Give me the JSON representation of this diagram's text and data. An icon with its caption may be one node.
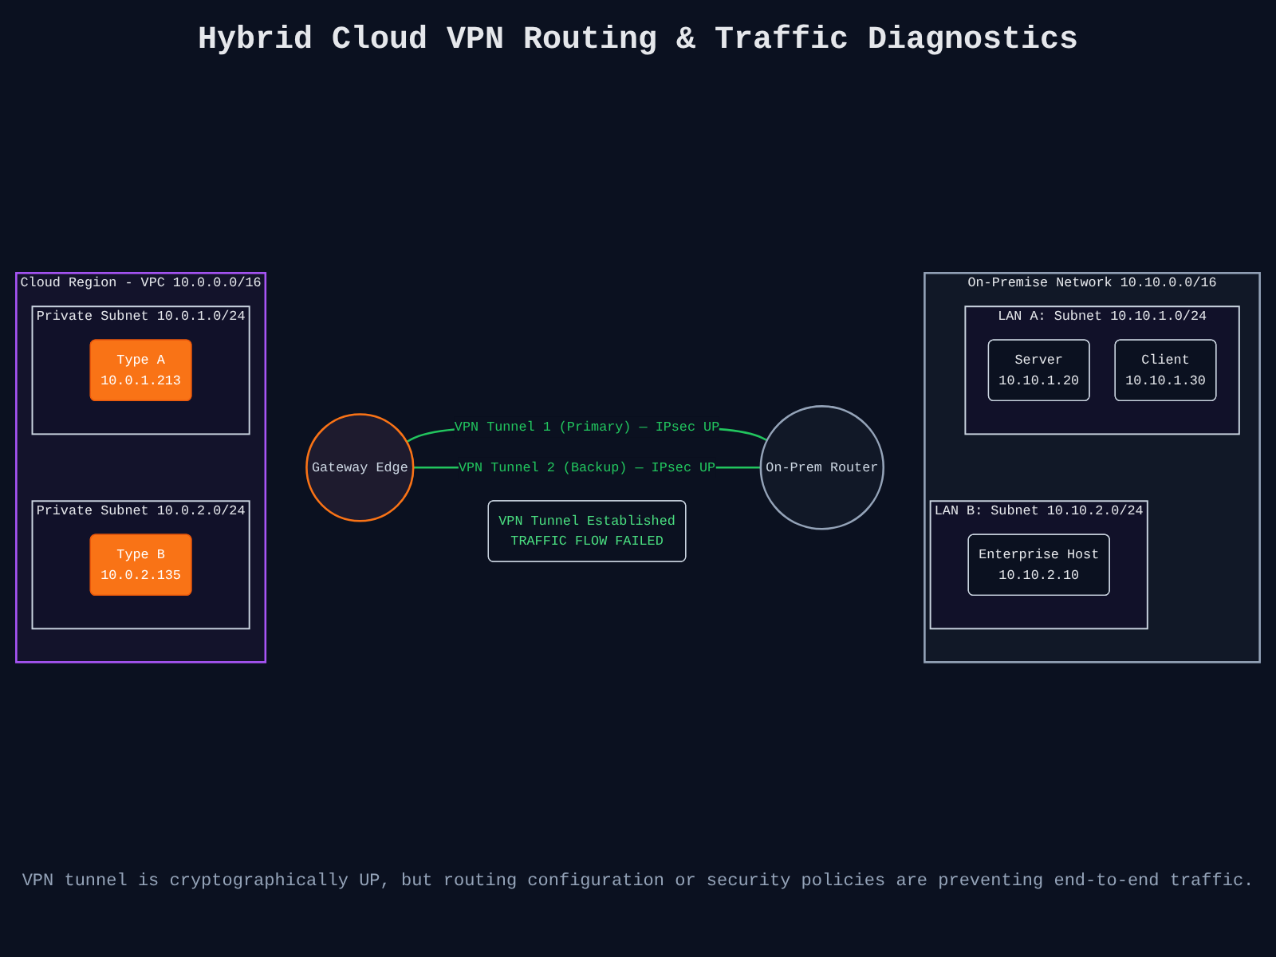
{
  "diagram": {
    "title": "Hybrid Cloud VPN Routing & Traffic Diagnostics",
    "caption": "VPN tunnel is cryptographically UP, but routing configuration or security policies are preventing end-to-end traffic.",
    "nodes": [
      {
        "text": [
          "Cloud Region - VPC 10.0.0.0/16"
        ]
      },
      {
        "text": [
          "Private Subnet 10.0.1.0/24"
        ],
        "in": 0
      },
      {
        "text": [
          "Type A",
          "10.0.1.213"
        ],
        "in": 1
      },
      {
        "text": [
          "Private Subnet 10.0.2.0/24"
        ],
        "in": 0
      },
      {
        "text": [
          "Type B",
          "10.0.2.135"
        ],
        "in": 3
      },
      {
        "text": [
          "Gateway Edge"
        ]
      },
      {
        "text": [
          "VPN Tunnel Established",
          "TRAFFIC FLOW FAILED"
        ]
      },
      {
        "text": [
          "On-Prem Router"
        ]
      },
      {
        "text": [
          "On-Premise Network 10.10.0.0/16"
        ]
      },
      {
        "text": [
          "LAN A: Subnet 10.10.1.0/24"
        ],
        "in": 8
      },
      {
        "text": [
          "Server",
          "10.10.1.20"
        ],
        "in": 9
      },
      {
        "text": [
          "Client",
          "10.10.1.30"
        ],
        "in": 9
      },
      {
        "text": [
          "LAN B: Subnet 10.10.2.0/24"
        ],
        "in": 8
      },
      {
        "text": [
          "Enterprise Host",
          "10.10.2.10"
        ],
        "in": 12
      }
    ],
    "edges": [
      {
        "from": 5,
        "to": 7,
        "arrow": "none",
        "label": "VPN Tunnel 1 (Primary) — IPsec UP"
      },
      {
        "from": 5,
        "to": 7,
        "arrow": "none",
        "label": "VPN Tunnel 2 (Backup) — IPsec UP"
      }
    ]
  }
}
